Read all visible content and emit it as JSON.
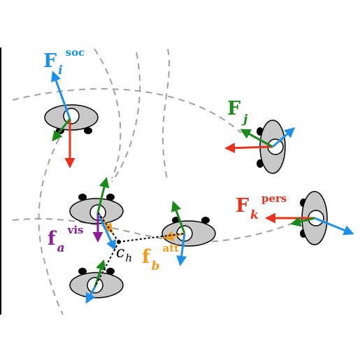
{
  "colors": {
    "social": "#1e90e8",
    "group": "#1a8a1a",
    "personal": "#e8321e",
    "attraction": "#f59a1e",
    "visual": "#8a1e96",
    "body": "#c8c8c8",
    "path": "#a0a0a0"
  },
  "labels": {
    "f_soc": {
      "main": "F",
      "sub": "i",
      "sup": "soc"
    },
    "f_group": {
      "main": "F",
      "sub": "j"
    },
    "f_pers": {
      "main": "F",
      "sub": "k",
      "sup": "pers"
    },
    "f_vis": {
      "main": "f",
      "sub": "a",
      "sup": "vis"
    },
    "f_att": {
      "main": "f",
      "sub": "b",
      "sup": "att"
    },
    "centroid": {
      "main": "c",
      "sub": "h"
    }
  }
}
